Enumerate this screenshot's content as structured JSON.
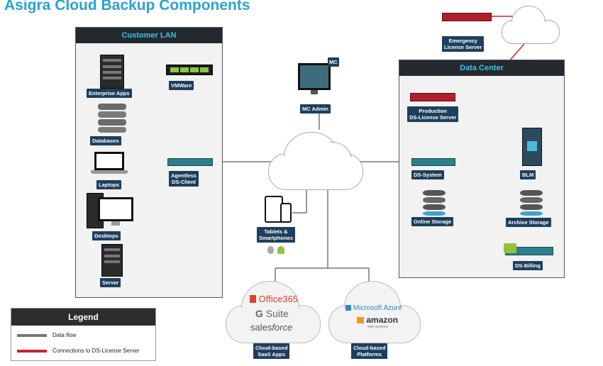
{
  "title": "Asigra Cloud Backup Components",
  "regions": {
    "customer_lan": "Customer LAN",
    "data_center": "Data Center"
  },
  "nodes": {
    "enterprise_apps": "Enterprise Apps",
    "vmware": "VMWare",
    "databases": "Databases",
    "laptops": "Laptops",
    "agentless_line1": "Agentless",
    "agentless_line2": "DS-Client",
    "desktops": "Desktops",
    "server": "Server",
    "mc_admin": "MC Admin",
    "mc_badge": "MC",
    "tablets_line1": "Tablets &",
    "tablets_line2": "Smartphones",
    "emergency_line1": "Emergency",
    "emergency_line2": "License Server",
    "production_line1": "Production",
    "production_line2": "DS-License Server",
    "ds_system": "DS-System",
    "blm": "BLM",
    "online_storage": "Online Storage",
    "archive_storage": "Archive Storage",
    "ds_billing": "DS-Billing",
    "saas_line1": "Cloud-based",
    "saas_line2": "SaaS Apps",
    "platforms_line1": "Cloud-based",
    "platforms_line2": "Platforms"
  },
  "saas_logos": {
    "office_a": "Office",
    "office_b": "365",
    "gsuite_a": "G",
    "gsuite_b": " Suite",
    "sales_a": "sales",
    "sales_b": "force"
  },
  "platform_logos": {
    "azure": "Microsoft Azure",
    "amazon": "amazon",
    "aws": "web services"
  },
  "legend": {
    "title": "Legend",
    "data_flow": "Data flow",
    "license_conn": "Connections to DS-License Server"
  },
  "colors": {
    "data_flow": "#777777",
    "license": "#cc2233",
    "accent": "#2aa3cf",
    "label_bg": "#1d3f5c"
  }
}
